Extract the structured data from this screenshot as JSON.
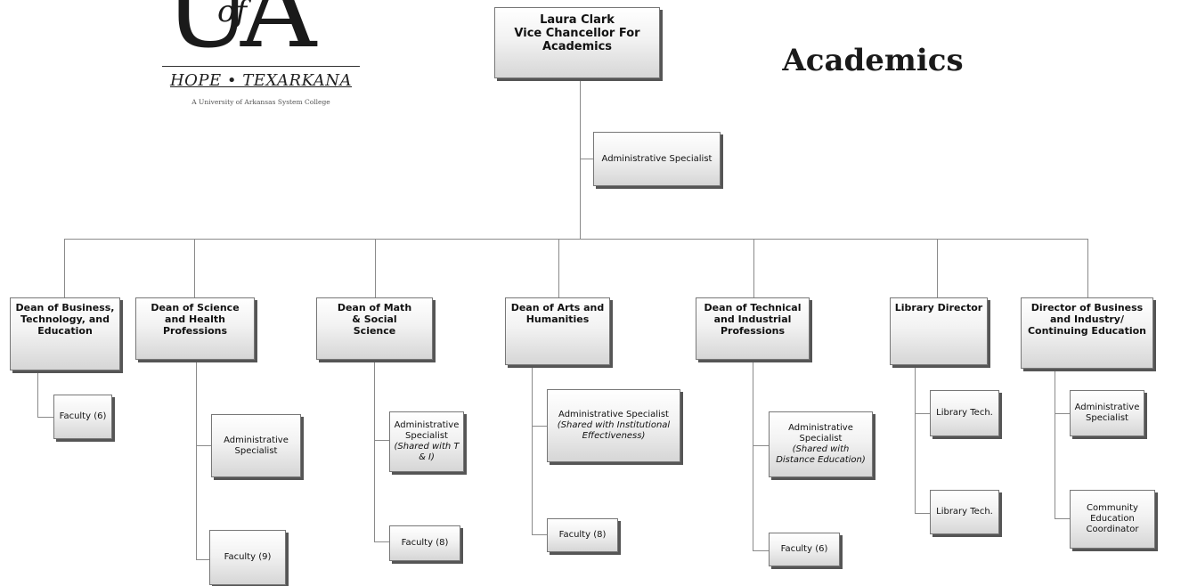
{
  "logo": {
    "letters_left": "U",
    "letters_mid": "of",
    "letters_right": "A",
    "city": "HOPE • TEXARKANA",
    "tagline": "A University of Arkansas System College"
  },
  "title": "Academics",
  "top": {
    "name": "Laura Clark",
    "role": "Vice Chancellor For Academics"
  },
  "top_assistant": "Administrative Specialist",
  "divisions": [
    {
      "head": "Dean of Business, Technology, and Education",
      "staff": [
        {
          "label": "Faculty (6)",
          "note": ""
        }
      ]
    },
    {
      "head": "Dean of Science and Health Professions",
      "staff": [
        {
          "label": "Administrative Specialist",
          "note": ""
        },
        {
          "label": "Faculty (9)",
          "note": ""
        }
      ]
    },
    {
      "head": "Dean of Math & Social Science",
      "staff": [
        {
          "label": "Administrative Specialist",
          "note": "(Shared with T & I)"
        },
        {
          "label": "Faculty (8)",
          "note": ""
        }
      ]
    },
    {
      "head": "Dean of Arts and Humanities",
      "staff": [
        {
          "label": "Administrative Specialist",
          "note": "(Shared with Institutional Effectiveness)"
        },
        {
          "label": "Faculty (8)",
          "note": ""
        }
      ]
    },
    {
      "head": "Dean of Technical and Industrial Professions",
      "staff": [
        {
          "label": "Administrative Specialist",
          "note": "(Shared with Distance Education)"
        },
        {
          "label": "Faculty (6)",
          "note": ""
        }
      ]
    },
    {
      "head": "Library Director",
      "staff": [
        {
          "label": "Library Tech.",
          "note": ""
        },
        {
          "label": "Library Tech.",
          "note": ""
        }
      ]
    },
    {
      "head": "Director of Business and Industry/ Continuing Education",
      "staff": [
        {
          "label": "Administrative Specialist",
          "note": ""
        },
        {
          "label": "Community Education Coordinator",
          "note": ""
        }
      ]
    }
  ]
}
